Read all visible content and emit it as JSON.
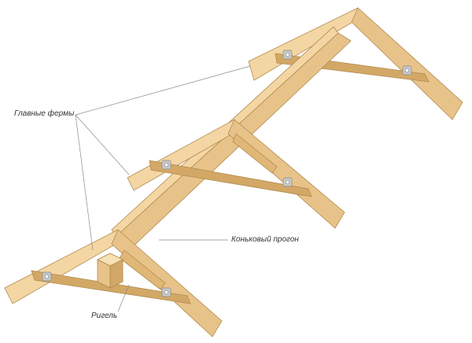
{
  "labels": {
    "main_trusses": "Главные фермы",
    "ridge_purlin": "Коньковый прогон",
    "crossbar": "Ригель"
  },
  "colors": {
    "wood_light": "#f3d6a3",
    "wood_mid": "#e8c389",
    "wood_dark": "#d3a866",
    "wood_edge": "#b08a4e",
    "leader_line": "#8a8a8a",
    "text": "#333333",
    "bolt": "#c9c9c9"
  },
  "icons": [
    "bolt-plate-icon"
  ]
}
